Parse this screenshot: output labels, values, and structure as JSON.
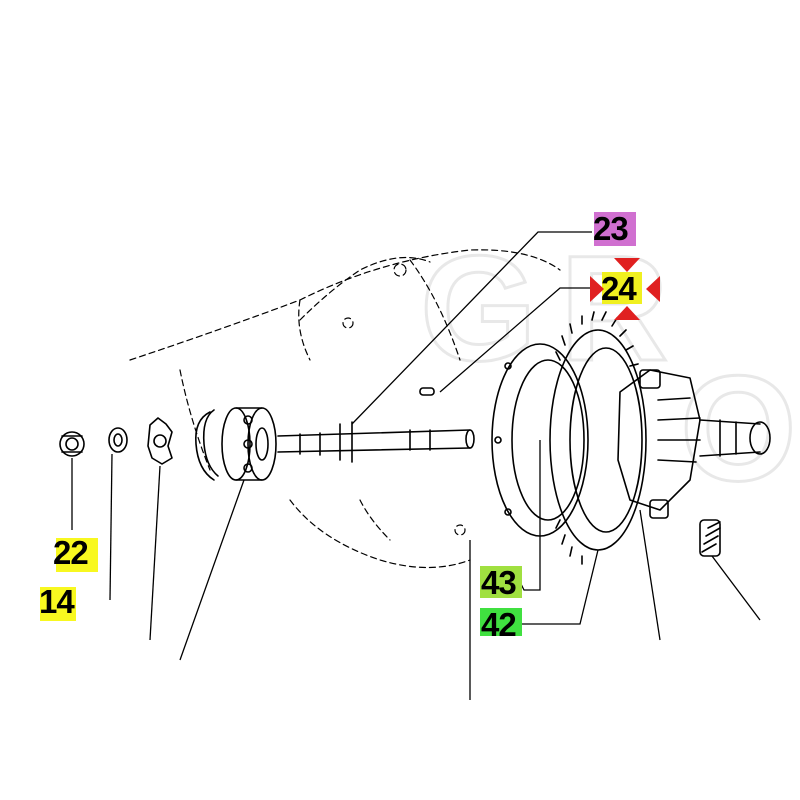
{
  "diagram": {
    "callouts": [
      {
        "id": "c23",
        "label": "23",
        "highlight": "#d070d0"
      },
      {
        "id": "c24",
        "label": "24",
        "highlight": "#f0f020"
      },
      {
        "id": "c22",
        "label": "22",
        "highlight": "#f8f820"
      },
      {
        "id": "c14",
        "label": "14",
        "highlight": "#f8f820"
      },
      {
        "id": "c43",
        "label": "43",
        "highlight": "#a0e040"
      },
      {
        "id": "c42",
        "label": "42",
        "highlight": "#40e040"
      }
    ],
    "selected_callout": "24",
    "watermark_icon": "brand-logo-watermark",
    "colors": {
      "line": "#000000",
      "selector_arrows": "#e02020",
      "background": "#ffffff"
    }
  }
}
